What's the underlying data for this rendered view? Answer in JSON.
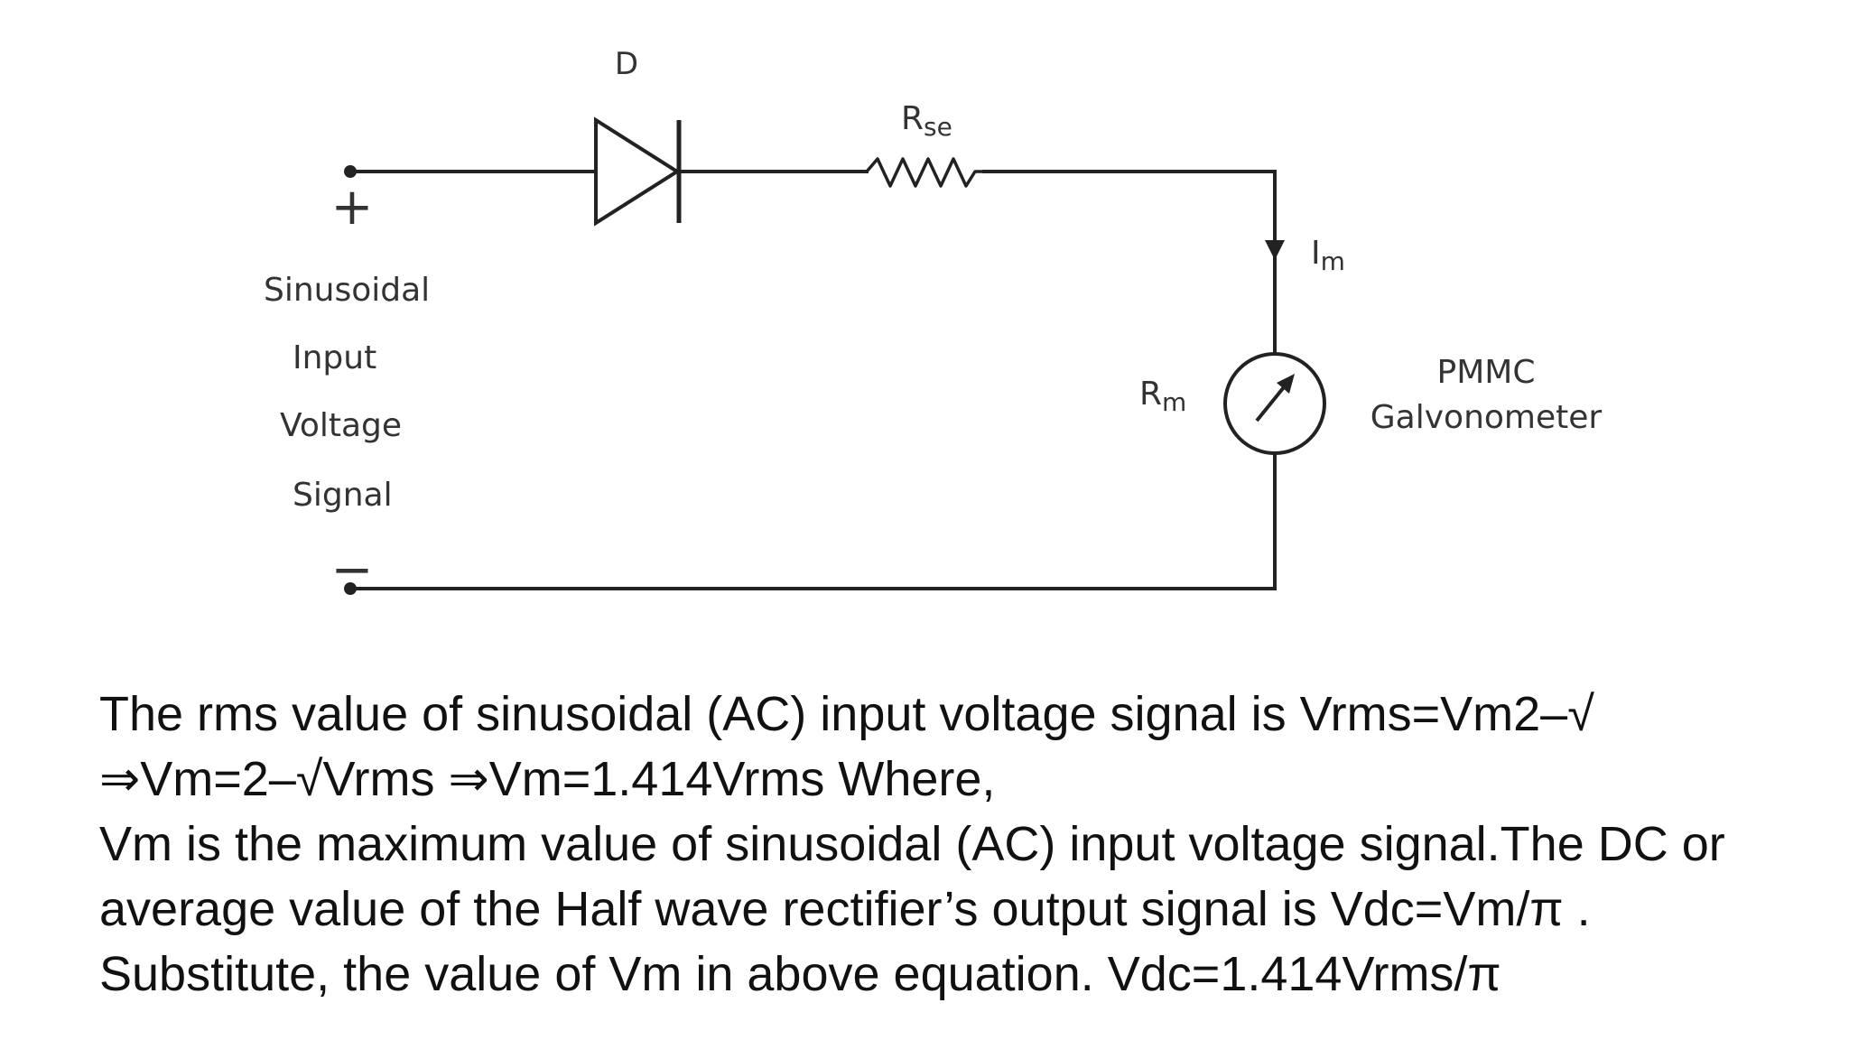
{
  "diagram": {
    "diode_label": "D",
    "resistor_label": "R",
    "resistor_sub": "se",
    "current_label": "I",
    "current_sub": "m",
    "meter_resistance_label": "R",
    "meter_resistance_sub": "m",
    "positive_terminal": "+",
    "negative_terminal": "−",
    "source_label_lines": [
      "Sinusoidal",
      "Input",
      "Voltage",
      "Signal"
    ],
    "meter_label_lines": [
      "PMMC",
      "Galvonometer"
    ]
  },
  "text": {
    "lines": [
      "The rms value of sinusoidal (AC) input voltage signal is Vrms=Vm2–√",
      "⇒Vm=2–√Vrms ⇒Vm=1.414Vrms  Where,",
      "Vm is the maximum value of sinusoidal (AC) input voltage signal.The DC or",
      "average value of the Half wave rectifier’s output signal is Vdc=Vm/π .",
      "Substitute, the value of Vm in above equation. Vdc=1.414Vrms/π"
    ]
  }
}
